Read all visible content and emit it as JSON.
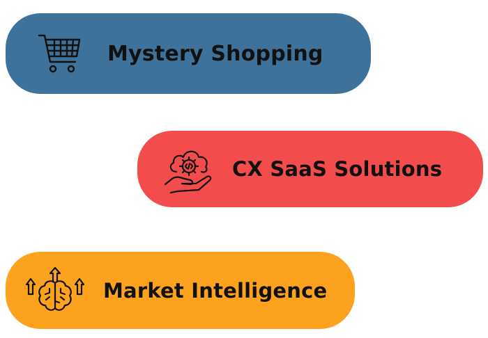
{
  "items": [
    {
      "label": "Mystery Shopping",
      "icon": "shopping-cart-icon",
      "color": "#3F729B"
    },
    {
      "label": "CX SaaS Solutions",
      "icon": "cloud-code-hand-icon",
      "color": "#F24C4C"
    },
    {
      "label": "Market Intelligence",
      "icon": "brain-growth-arrows-icon",
      "color": "#FDA21E"
    }
  ]
}
